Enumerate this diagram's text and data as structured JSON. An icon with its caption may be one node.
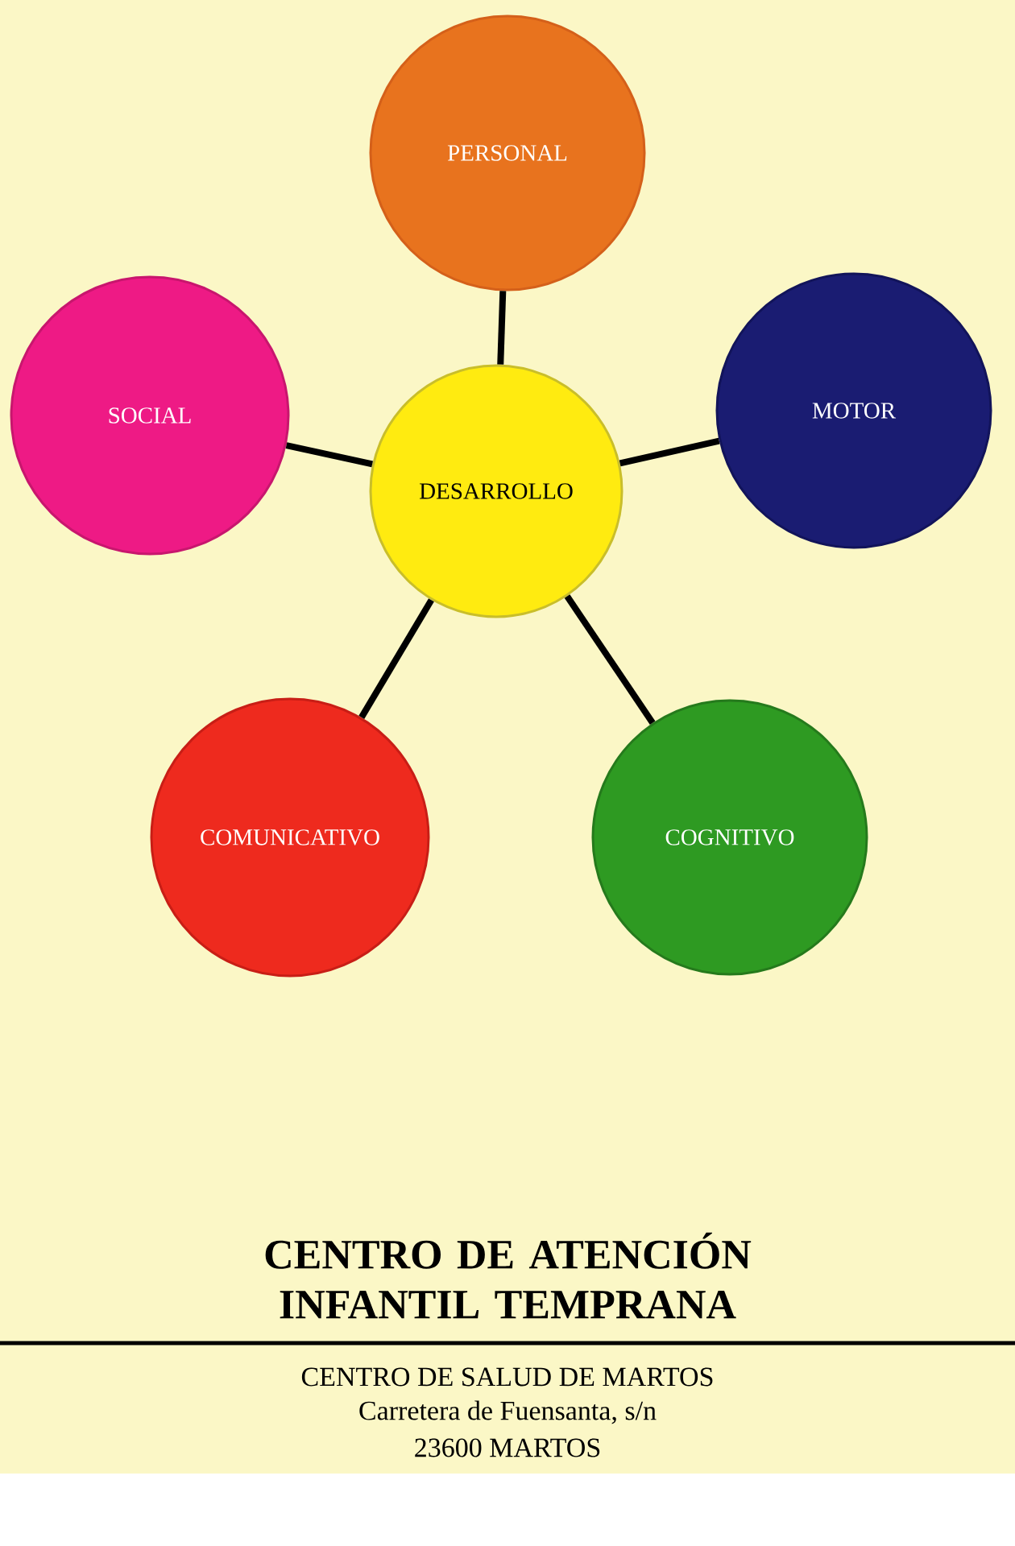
{
  "diagram": {
    "title": "CENTRO DE ATENCIÓN INFANTIL TEMPRANA",
    "nodes": [
      {
        "text": [
          "PERSONAL"
        ]
      },
      {
        "text": [
          "SOCIAL"
        ]
      },
      {
        "text": [
          "DESARROLLO"
        ]
      },
      {
        "text": [
          "MOTOR"
        ]
      },
      {
        "text": [
          "COMUNICATIVO"
        ]
      },
      {
        "text": [
          "COGNITIVO"
        ]
      }
    ],
    "edges": [
      {
        "from": 2,
        "to": 0,
        "arrow": "none"
      },
      {
        "from": 2,
        "to": 1,
        "arrow": "none"
      },
      {
        "from": 2,
        "to": 3,
        "arrow": "none"
      },
      {
        "from": 2,
        "to": 4,
        "arrow": "none"
      },
      {
        "from": 2,
        "to": 5,
        "arrow": "none"
      }
    ],
    "labels": [
      "CENTRO DE SALUD DE MARTOS",
      "Carretera de Fuensanta, s/n",
      "23600 MARTOS"
    ]
  }
}
